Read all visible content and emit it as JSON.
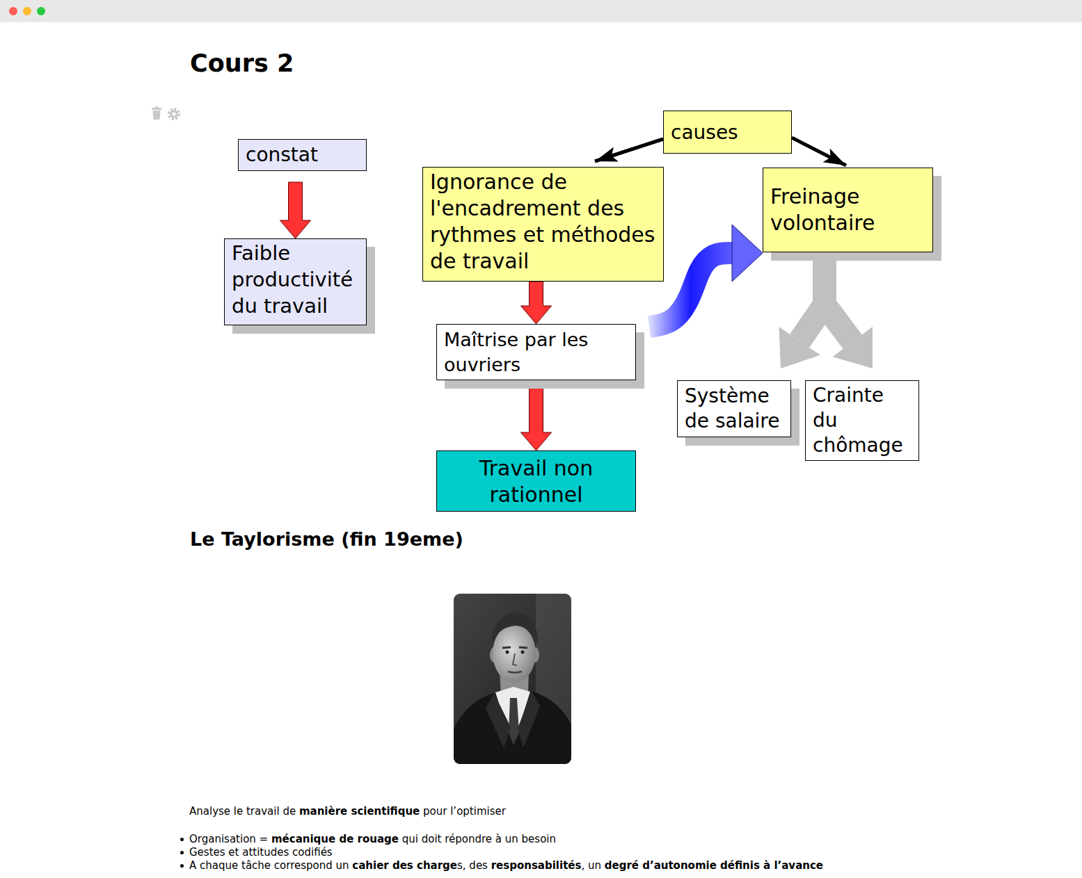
{
  "diagram": {
    "title": "Cours 2",
    "nodes": [
      {
        "text": [
          "constat"
        ]
      },
      {
        "text": [
          "Faible productivité du travail"
        ]
      },
      {
        "text": [
          "causes"
        ]
      },
      {
        "text": [
          "Ignorance de l'encadrement des rythmes et méthodes de travail"
        ]
      },
      {
        "text": [
          "Freinage volontaire"
        ]
      },
      {
        "text": [
          "Maîtrise par les ouvriers"
        ]
      },
      {
        "text": [
          "Système de salaire"
        ]
      },
      {
        "text": [
          "Crainte du chômage"
        ]
      },
      {
        "text": [
          "Travail non rationnel"
        ]
      }
    ],
    "edges": [
      {
        "from": 0,
        "to": 1,
        "arrow": "to"
      },
      {
        "from": 2,
        "to": 3,
        "arrow": "to"
      },
      {
        "from": 2,
        "to": 4,
        "arrow": "to"
      },
      {
        "from": 3,
        "to": 5,
        "arrow": "to"
      },
      {
        "from": 5,
        "to": 8,
        "arrow": "to"
      },
      {
        "from": 5,
        "to": 4,
        "arrow": "to"
      },
      {
        "from": 4,
        "to": 6,
        "arrow": "to"
      },
      {
        "from": 4,
        "to": 7,
        "arrow": "to"
      }
    ],
    "labels": [
      "Le Taylorisme (fin 19eme)",
      "Analyse le travail de",
      "manière scientifique",
      "pour l’optimiser",
      "Organisation =",
      "mécanique de rouage",
      "qui doit répondre à un besoin",
      "Gestes et attitudes codifiés",
      "A chaque tâche correspond un",
      "cahier des charge",
      "s, des",
      "responsabilités",
      ", un",
      "degré d’autonomie définis à l’avance"
    ]
  }
}
